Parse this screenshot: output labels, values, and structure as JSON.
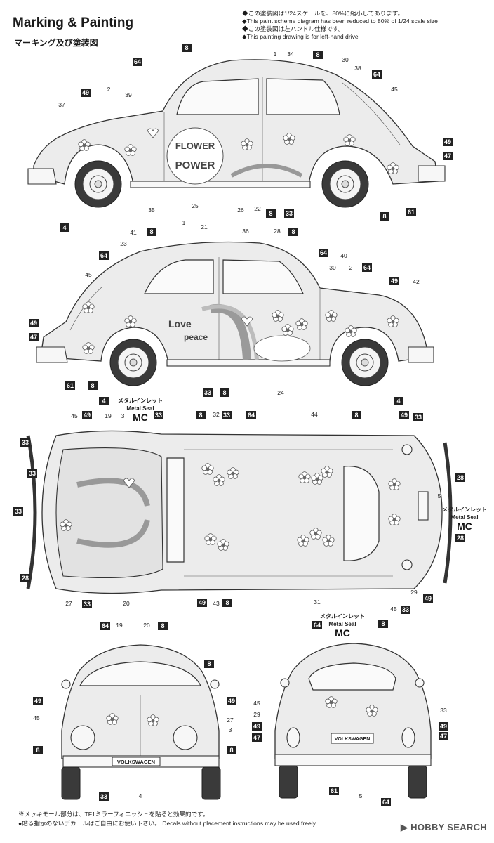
{
  "title": "Marking & Painting",
  "subtitle": "マーキング及び塗装図",
  "notes": [
    "◆この塗装図は1/24スケールを、80%に縮小してあります。",
    "◆This paint scheme diagram has been reduced to 80% of 1/24 scale size",
    "◆この塗装図は左ハンドル仕様です。",
    "◆This painting drawing is for left-hand drive"
  ],
  "footer": [
    "※メッキモール部分は、TF1ミラーフィニッシュを貼ると効果的です。",
    "●貼る指示のないデカールはご自由にお使い下さい。 Decals without placement instructions may be used freely."
  ],
  "brand": "▶ HOBBY SEARCH",
  "metal_seal": {
    "jp": "メタルインレット",
    "en": "Metal Seal",
    "code": "MC"
  },
  "plate_text": "VOLKSWAGEN",
  "decal_art": {
    "side1_a": "FLOWER",
    "side1_b": "POWER",
    "side2_a": "Love",
    "side2_b": "peace"
  },
  "views": {
    "side_left": {
      "plain_callouts": [
        "1",
        "34",
        "30",
        "38",
        "45",
        "2",
        "39",
        "37",
        "35",
        "25",
        "26",
        "22"
      ],
      "box_callouts": [
        "8",
        "64",
        "8",
        "49",
        "49",
        "47",
        "64",
        "8",
        "33",
        "4",
        "8",
        "61"
      ]
    },
    "side_right": {
      "plain_callouts": [
        "1",
        "21",
        "36",
        "28",
        "23",
        "41",
        "45",
        "40",
        "30",
        "2",
        "42",
        "24"
      ],
      "box_callouts": [
        "8",
        "8",
        "64",
        "64",
        "64",
        "49",
        "49",
        "47",
        "61",
        "8",
        "4",
        "33",
        "8",
        "4"
      ]
    },
    "top": {
      "plain_callouts": [
        "45",
        "19",
        "3",
        "32",
        "44",
        "5",
        "27",
        "20",
        "43",
        "31",
        "29",
        "45"
      ],
      "box_callouts": [
        "49",
        "33",
        "8",
        "33",
        "64",
        "8",
        "33",
        "49",
        "33",
        "33",
        "28",
        "28",
        "28",
        "33",
        "49",
        "8",
        "33",
        "49",
        "33"
      ]
    },
    "front": {
      "plain_callouts": [
        "19",
        "20",
        "45",
        "27",
        "3",
        "4"
      ],
      "box_callouts": [
        "64",
        "8",
        "8",
        "49",
        "49",
        "8",
        "8",
        "33"
      ]
    },
    "rear": {
      "plain_callouts": [
        "45",
        "29",
        "33",
        "5"
      ],
      "box_callouts": [
        "64",
        "8",
        "49",
        "47",
        "49",
        "47",
        "61",
        "64"
      ]
    }
  }
}
